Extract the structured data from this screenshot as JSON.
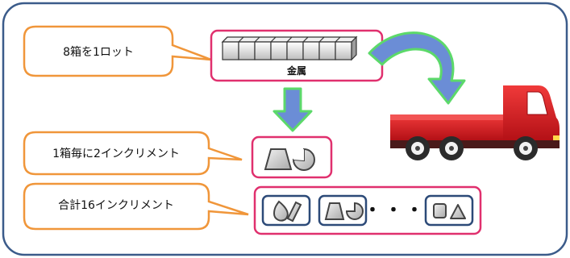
{
  "callouts": {
    "lot": "8箱を1ロット",
    "per_box": "1箱毎に2インクリメント",
    "total": "合計16インクリメント"
  },
  "material": {
    "label": "金属",
    "box_count": 8
  },
  "ellipsis": "・・・",
  "colors": {
    "frame_border": "#3b5b8a",
    "callout_border": "#f0963a",
    "group_border": "#e0306e",
    "increment_border": "#2c4a78",
    "arrow_fill": "#6b8dd6",
    "arrow_outline": "#5cd96a",
    "truck_body": "#d9151d",
    "cube_fill": "#d8d8d8"
  },
  "icons": {
    "truck": "truck-icon",
    "cubes": "metal-boxes-icon",
    "trapezoid": "trapezoid-icon",
    "pie": "pie-shape-icon",
    "drop": "drop-shape-icon",
    "bar": "slanted-bar-icon",
    "square": "rounded-square-icon",
    "triangle": "triangle-icon"
  }
}
